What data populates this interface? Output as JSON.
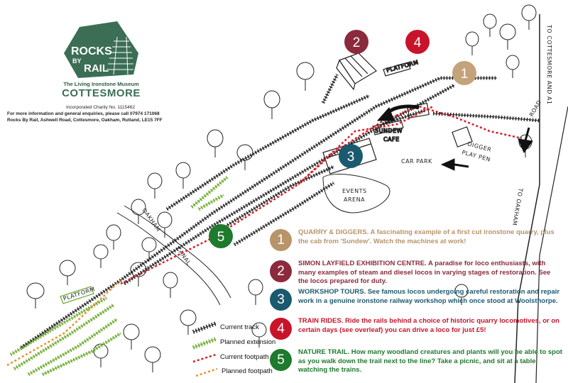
{
  "logo": {
    "line1": "ROCKS",
    "line2": "BY",
    "line3": "RAIL",
    "subtitle": "The Living Ironstone Museum",
    "town": "COTTESMORE"
  },
  "info": {
    "charity": "Incorporated Charity No. 1115462",
    "enquiries": "For more information and general enquiries, please call 07974 171068",
    "address": "Rocks By Rail, Ashwell Road, Cottesmore, Oakham, Rutland, LE15 7FF"
  },
  "map_labels": {
    "platform_top": "PLATFORM",
    "platform_bottom": "PLATFORM",
    "sundew_cafe_1": "SUNDEW",
    "sundew_cafe_2": "CAFE",
    "car_park": "CAR PARK",
    "events_arena_1": "EVENTS",
    "events_arena_2": "ARENA",
    "digger_pen_1": "DIGGER",
    "digger_pen_2": "PLAY PEN",
    "oakham_canal_1": "OAKHAM",
    "oakham_canal_2": "CANAL",
    "road_to_cottesmore": "TO COTTESMORE AND A1",
    "road_to_oakham": "TO OAKHAM",
    "road_marker": "ROAD"
  },
  "map_badges": [
    {
      "number": "1",
      "color": "#c4a27a"
    },
    {
      "number": "2",
      "color": "#8b2a3c"
    },
    {
      "number": "3",
      "color": "#1b5a6e"
    },
    {
      "number": "4",
      "color": "#c8142a"
    },
    {
      "number": "5",
      "color": "#1e7a2c"
    }
  ],
  "legend": {
    "current_track": "Current track",
    "planned_extension": "Planned extension",
    "current_footpath": "Current footpath",
    "planned_footpath": "Planned footpath",
    "colors": {
      "track": "#222222",
      "extension": "#6aaa2a",
      "current_footpath": "#d4202a",
      "planned_footpath": "#e8922a"
    }
  },
  "trails": [
    {
      "number": "1",
      "color": "#b8946a",
      "title": "QUARRY & DIGGERS.",
      "text": "A fascinating example of a first cut ironstone quarry, plus the cab from 'Sundew'. Watch the machines at work!"
    },
    {
      "number": "2",
      "color": "#8b2a3c",
      "title": "SIMON LAYFIELD EXHIBITION CENTRE.",
      "text": "A paradise for loco enthusiasts, with many examples of steam and diesel locos in varying stages of restoration. See the locos prepared for duty."
    },
    {
      "number": "3",
      "color": "#1b5a6e",
      "title": "WORKSHOP TOURS.",
      "text": "See famous locos undergoing careful restoration and repair work in a genuine ironstone railway workshop which once stood at Woolsthorpe."
    },
    {
      "number": "4",
      "color": "#c8142a",
      "title": "TRAIN RIDES.",
      "text": "Ride the rails behind a choice of historic quarry locomotives, or on certain days (see overleaf) you can drive a loco for just £5!"
    },
    {
      "number": "5",
      "color": "#1e7a2c",
      "title": "NATURE TRAIL.",
      "text": "How many woodland creatures and plants will you be able to spot as you walk down the trail next to the line? Take a picnic, and sit at a table watching the trains."
    }
  ]
}
